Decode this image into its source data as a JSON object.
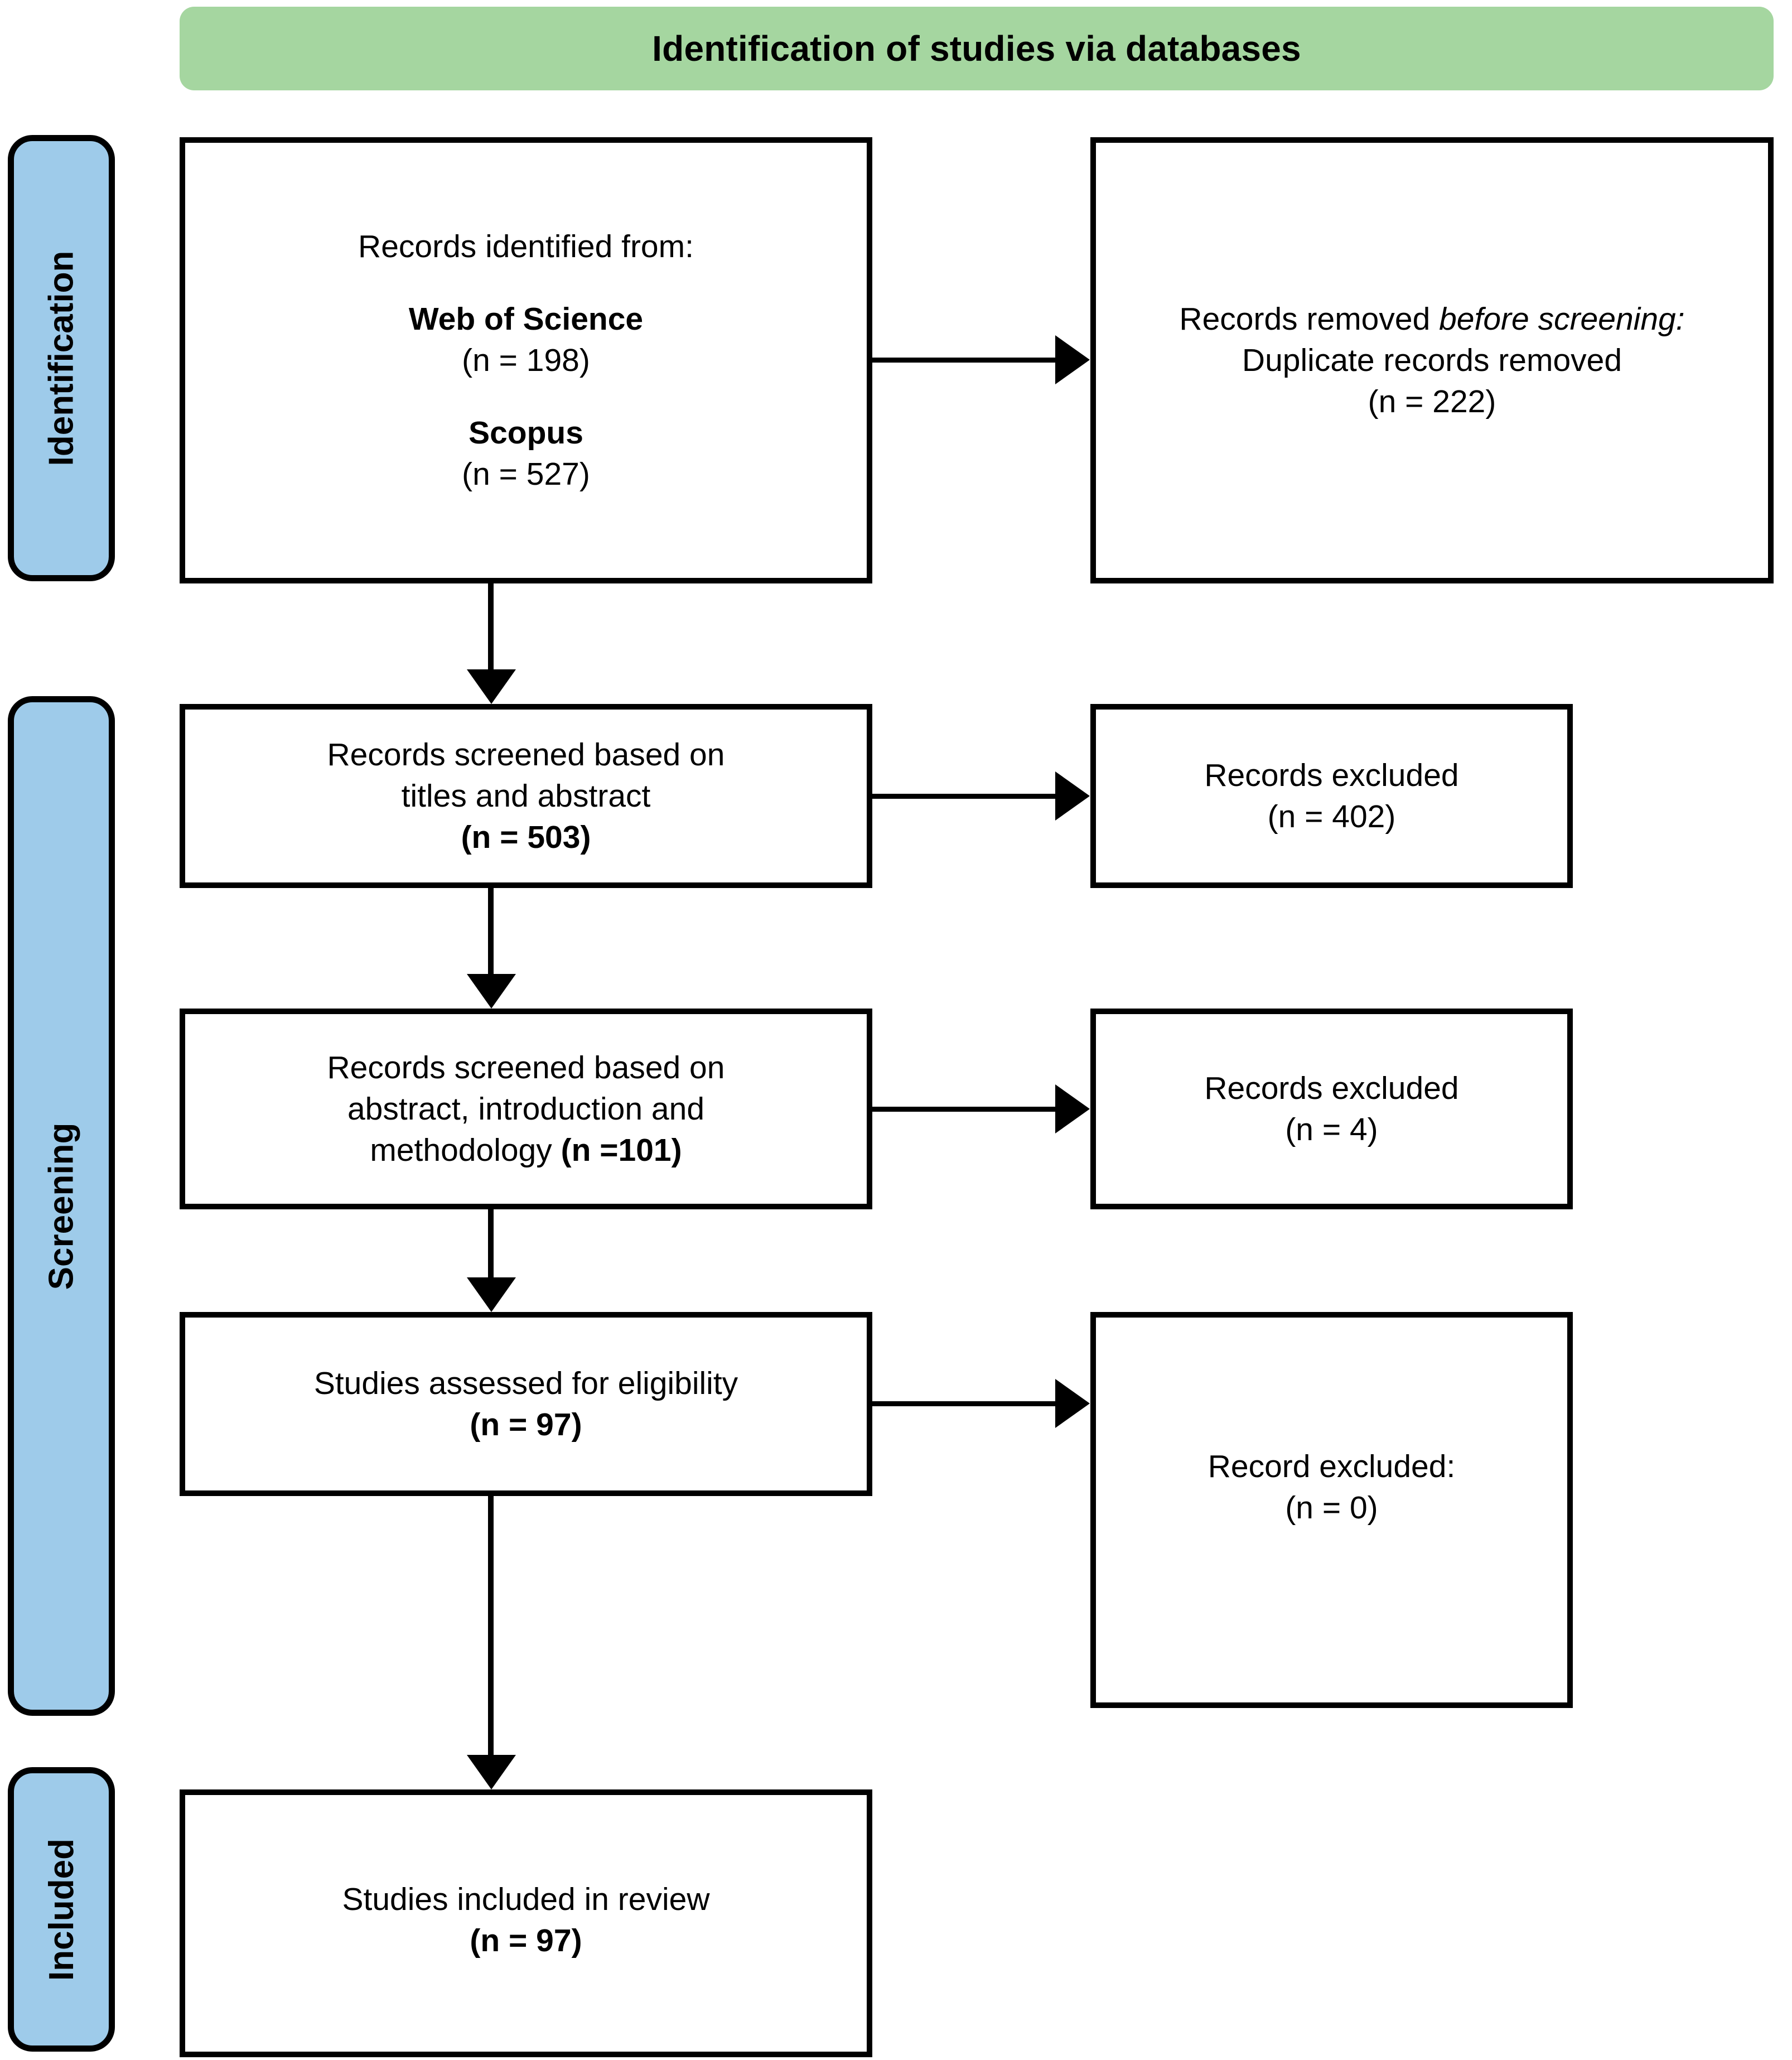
{
  "banner": {
    "title": "Identification of studies via databases",
    "color": "#a5d6a0"
  },
  "stage_labels": {
    "color": "#9ecbea",
    "identification": "Identification",
    "screening": "Screening",
    "included": "Included"
  },
  "boxes": {
    "identified": {
      "line1": "Records identified from:",
      "source1_name": "Web of Science",
      "source1_count": "(n = 198)",
      "source2_name": "Scopus",
      "source2_count": "(n = 527)"
    },
    "removed_before_screening": {
      "prefix": "Records removed ",
      "emphasis": "before screening",
      "suffix": ":",
      "detail": "Duplicate records removed",
      "count": "(n = 222)"
    },
    "screened_titles_abstract": {
      "line1": "Records screened based on",
      "line2": "titles and abstract",
      "count": "(n = 503)"
    },
    "excluded_titles_abstract": {
      "label": "Records excluded",
      "count": "(n = 402)"
    },
    "screened_abstract_intro_method": {
      "line1": "Records screened based on",
      "line2": "abstract, introduction and",
      "line3_prefix": "methodology ",
      "line3_count": "(n =101)"
    },
    "excluded_abstract_intro_method": {
      "label": "Records excluded",
      "count": "(n = 4)"
    },
    "eligibility": {
      "label": "Studies assessed for eligibility",
      "count": "(n = 97)"
    },
    "excluded_eligibility": {
      "label": "Record excluded:",
      "count": "(n = 0)"
    },
    "included": {
      "label": "Studies included in review",
      "count": "(n = 97)"
    }
  },
  "chart_data": {
    "type": "diagram",
    "title": "Identification of studies via databases",
    "diagram_kind": "PRISMA flow diagram",
    "stages": [
      {
        "stage": "Identification",
        "nodes": [
          {
            "label": "Records identified from: Web of Science",
            "n": 198
          },
          {
            "label": "Records identified from: Scopus",
            "n": 527
          },
          {
            "label": "Records removed before screening: Duplicate records removed",
            "n": 222
          }
        ]
      },
      {
        "stage": "Screening",
        "nodes": [
          {
            "label": "Records screened based on titles and abstract",
            "n": 503
          },
          {
            "label": "Records excluded",
            "n": 402
          },
          {
            "label": "Records screened based on abstract, introduction and methodology",
            "n": 101
          },
          {
            "label": "Records excluded",
            "n": 4
          },
          {
            "label": "Studies assessed for eligibility",
            "n": 97
          },
          {
            "label": "Record excluded:",
            "n": 0
          }
        ]
      },
      {
        "stage": "Included",
        "nodes": [
          {
            "label": "Studies included in review",
            "n": 97
          }
        ]
      }
    ]
  }
}
